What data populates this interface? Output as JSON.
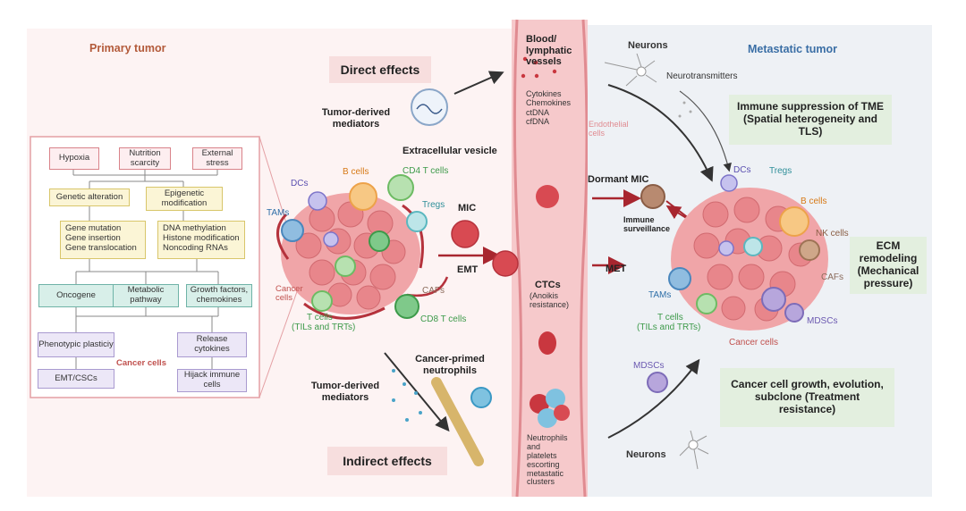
{
  "primary_tumor": {
    "title": "Primary tumor",
    "hypoxia": "Hypoxia",
    "nutrition": "Nutrition scarcity",
    "external": "External stress",
    "genetic": "Genetic alteration",
    "epigenetic": "Epigenetic modification",
    "gene_changes": [
      "Gene mutation",
      "Gene insertion",
      "Gene translocation"
    ],
    "epi_changes": [
      "DNA methylation",
      "Histone modification",
      "Noncoding RNAs"
    ],
    "oncogene": "Oncogene",
    "metabolic": "Metabolic pathway",
    "growth": "Growth factors, chemokines",
    "phenotypic": "Phenotypic plasticiy",
    "release": "Release cytokines",
    "cancer_cells": "Cancer cells",
    "emt_cscs": "EMT/CSCs",
    "hijack": "Hijack immune cells"
  },
  "left_cluster": {
    "dcs": "DCs",
    "b_cells": "B cells",
    "cd4": "CD4 T cells",
    "tregs": "Tregs",
    "tams": "TAMs",
    "cancer_cells": "Cancer cells",
    "cafs": "CAFs",
    "t_cells_1": "T cells",
    "t_cells_2": "(TILs and TRTs)",
    "cd8": "CD8 T cells"
  },
  "middle": {
    "direct_effects": "Direct effects",
    "indirect_effects": "Indirect effects",
    "tumor_derived_top": "Tumor-derived mediators",
    "ev": "Extracellular vesicle",
    "mic": "MIC",
    "emt": "EMT",
    "cancer_primed": "Cancer-primed neutrophils",
    "tumor_derived_bottom": "Tumor-derived mediators"
  },
  "vessel": {
    "title": "Blood/ lymphatic vessels",
    "mediators": [
      "Cytokines",
      "Chemokines",
      "ctDNA",
      "cfDNA"
    ],
    "endothelial": "Endothelial cells",
    "ctcs": "CTCs",
    "anoikis": "(Anoikis resistance)",
    "clusters": [
      "Neutrophils",
      "and",
      "platelets",
      "escorting",
      "metastatic",
      "clusters"
    ]
  },
  "metastatic": {
    "title": "Metastatic tumor",
    "neurons_top": "Neurons",
    "neurotransmitters": "Neurotransmitters",
    "immune_suppression": "Immune suppression of TME (Spatial heterogeneity and TLS)",
    "dormant": "Dormant MIC",
    "immune_surveillance": "Immune surveillance",
    "met": "MET",
    "dcs": "DCs",
    "tregs": "Tregs",
    "b_cells": "B cells",
    "nk": "NK cells",
    "ecm": "ECM remodeling (Mechanical pressure)",
    "cafs": "CAFs",
    "tams": "TAMs",
    "t_cells_1": "T cells",
    "t_cells_2": "(TILs and TRTs)",
    "mdscs_right": "MDSCs",
    "cancer_cells": "Cancer cells",
    "mdscs_left": "MDSCs",
    "growth": "Cancer cell growth, evolution, subclone (Treatment resistance)",
    "neurons_bottom": "Neurons"
  }
}
